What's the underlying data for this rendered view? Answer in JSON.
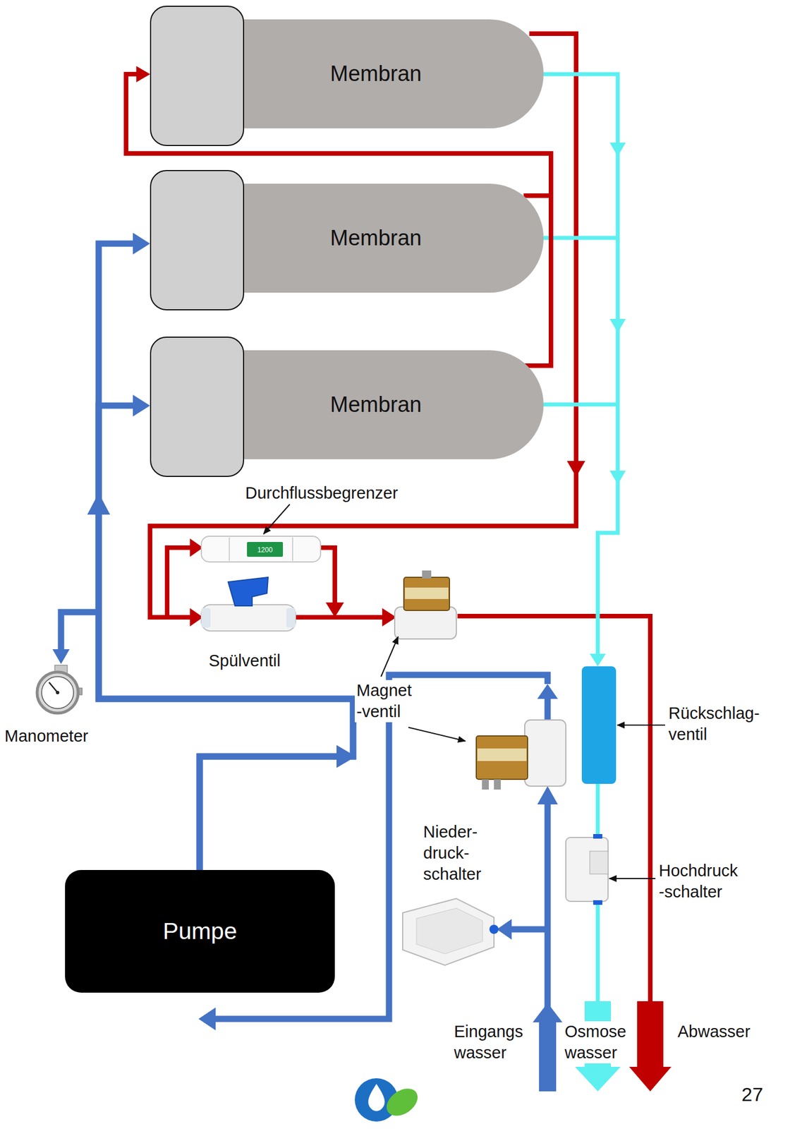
{
  "diagram": {
    "nodes": [
      {
        "text": [
          "Membran"
        ]
      },
      {
        "text": [
          "Membran"
        ]
      },
      {
        "text": [
          "Membran"
        ]
      },
      {
        "text": [
          "Pumpe"
        ]
      }
    ],
    "edges": [
      {
        "from": 3,
        "to": 1,
        "arrow": "to"
      },
      {
        "from": 3,
        "to": 2,
        "arrow": "to"
      },
      {
        "from": 1,
        "to": 0,
        "arrow": "to"
      },
      {
        "from": 2,
        "to": 0,
        "arrow": "to"
      }
    ],
    "labels": [
      "Durchflussbegrenzer",
      "1200",
      "Spülventil",
      "Magnet -ventil",
      "Manometer",
      "Rückschlag- ventil",
      "Nieder- druck- schalter",
      "Hochdruck -schalter",
      "Eingangs wasser",
      "Osmose wasser",
      "Abwasser",
      "27"
    ]
  }
}
